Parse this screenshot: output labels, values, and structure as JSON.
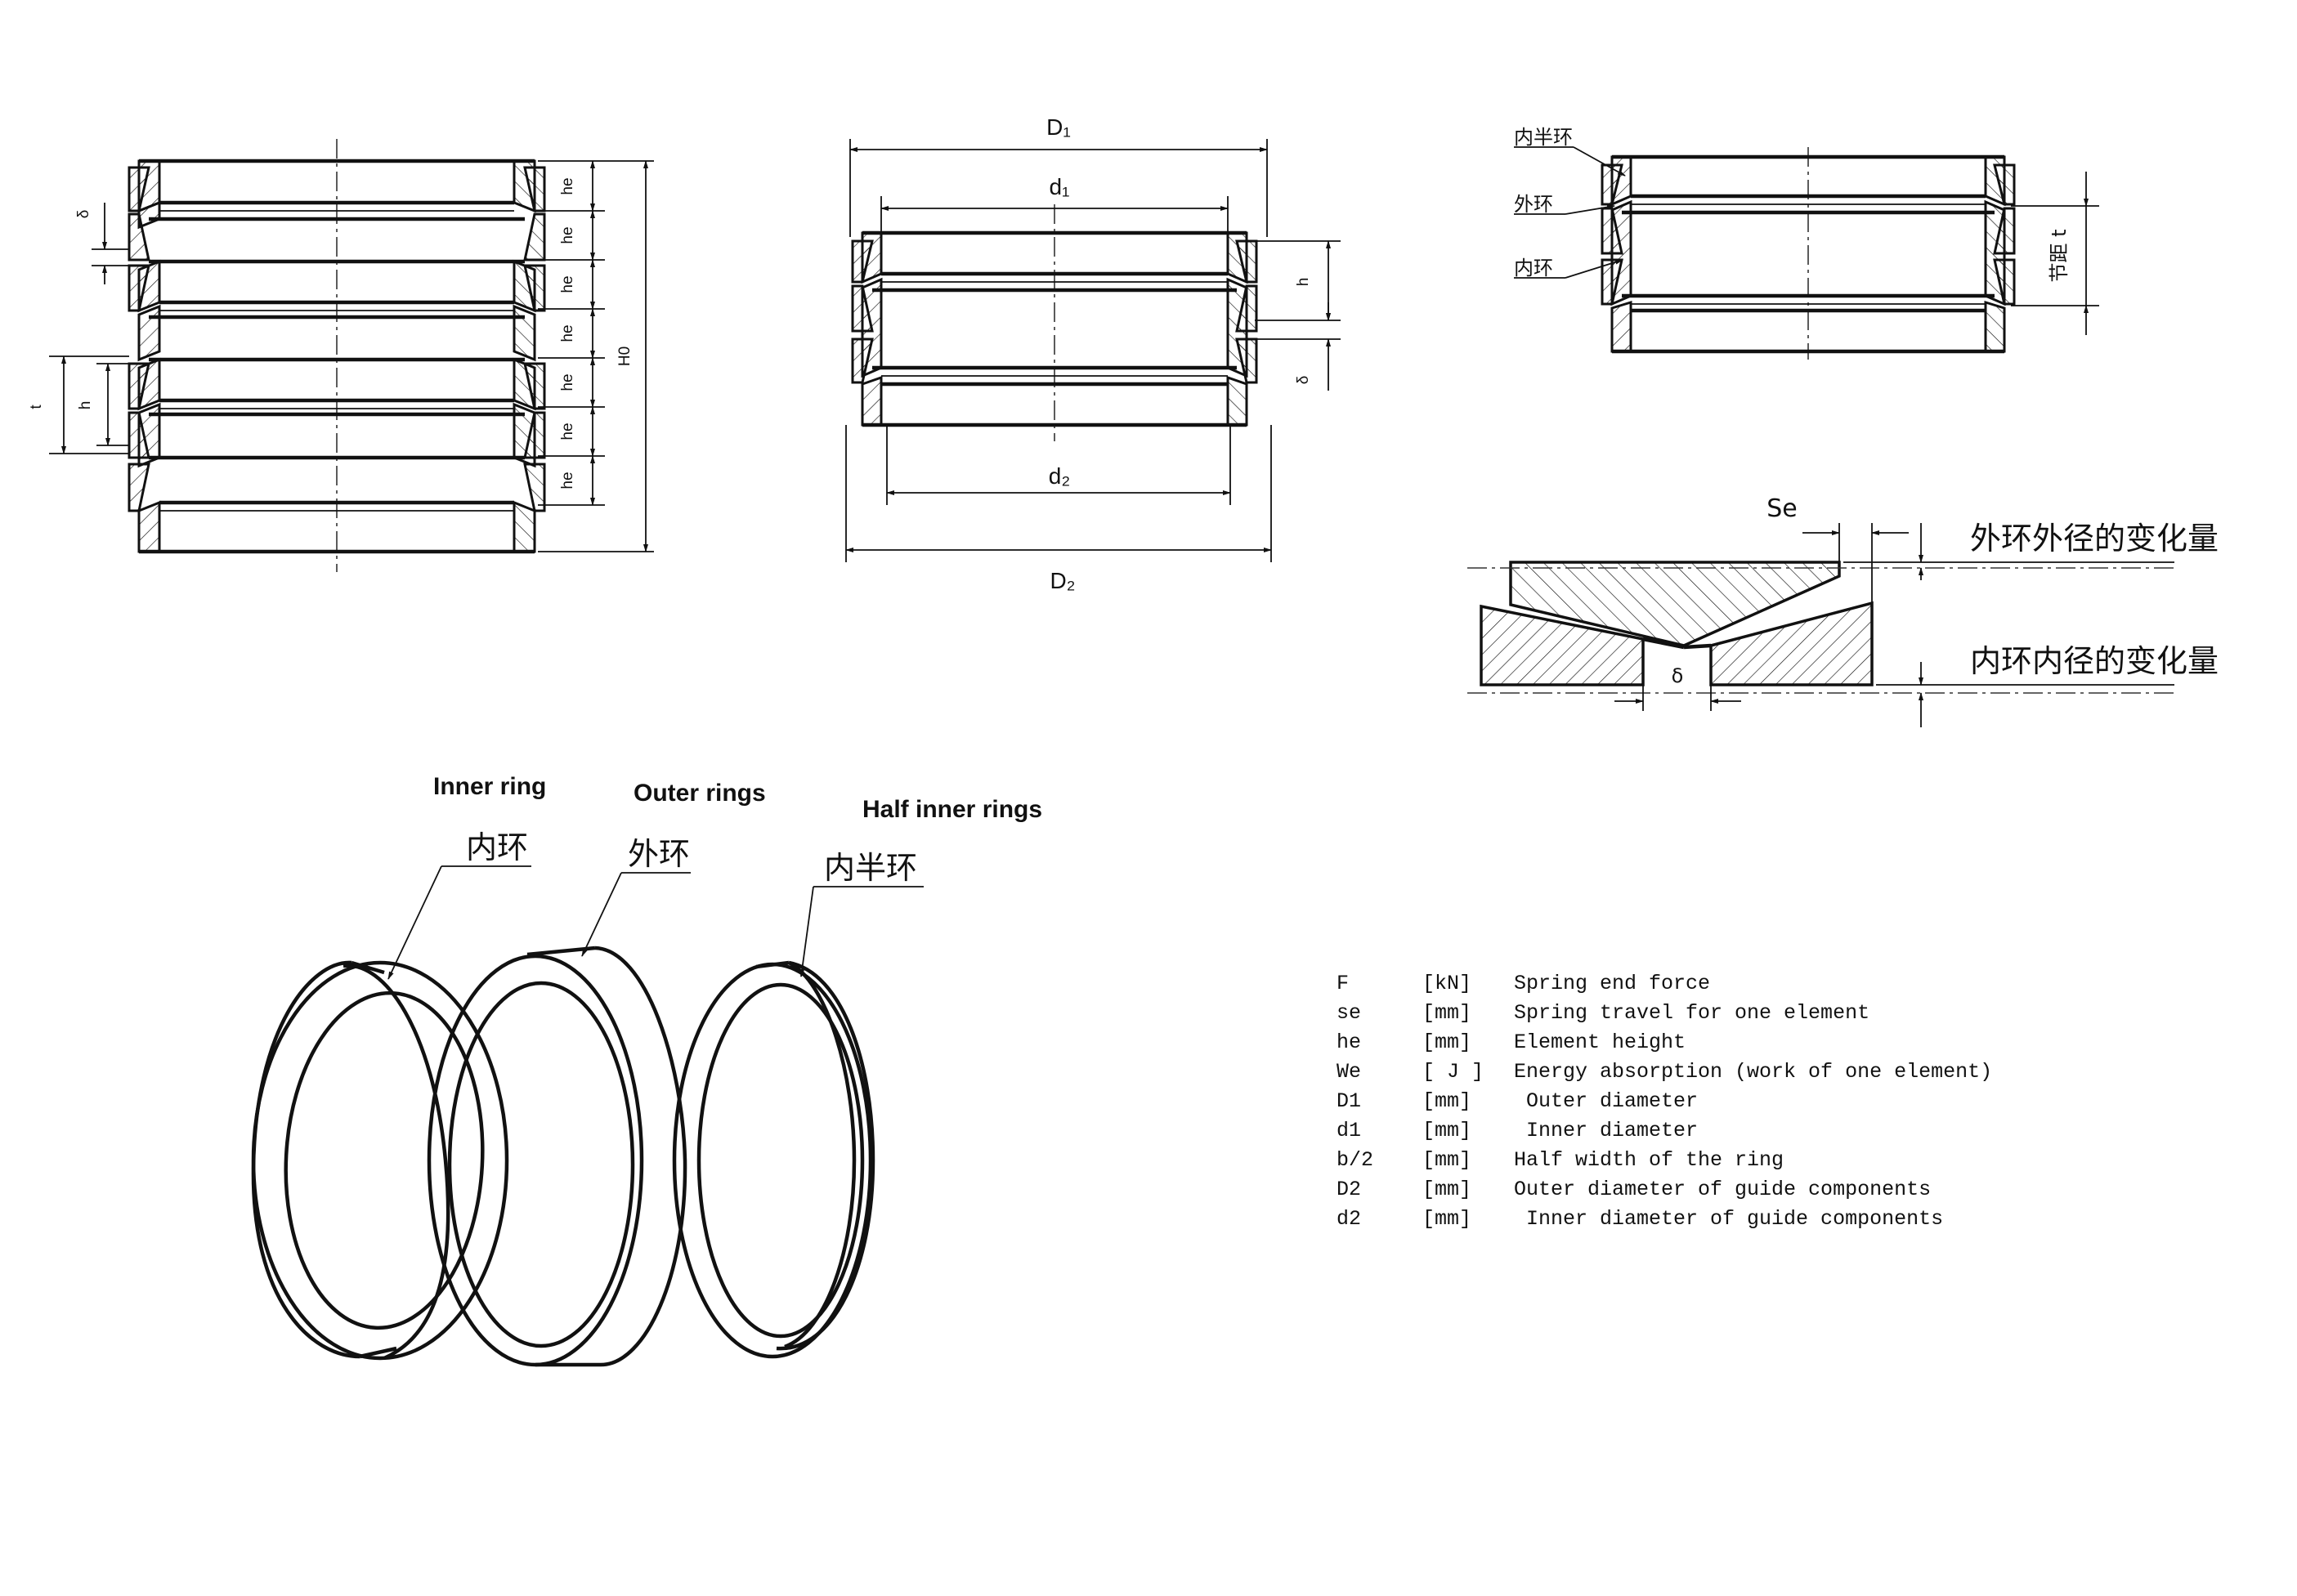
{
  "stack_view": {
    "label_delta": "δ",
    "label_t": "t",
    "label_h": "h",
    "label_he": "he",
    "label_h0": "H0"
  },
  "diameter_view": {
    "label_D1": "D₁",
    "label_d1": "d₁",
    "label_d2": "d₂",
    "label_D2": "D₂",
    "label_h": "h",
    "label_delta": "δ"
  },
  "pitch_view": {
    "label_half_inner": "内半环",
    "label_outer": "外环",
    "label_inner": "内环",
    "label_pitch": "节距 t"
  },
  "detail_view": {
    "label_se": "Se",
    "label_outer_change": "外环外径的变化量",
    "label_inner_change": "内环内径的变化量",
    "label_delta": "δ"
  },
  "rings_view": {
    "inner_en": "Inner ring",
    "inner_cn": "内环",
    "outer_en": "Outer rings",
    "outer_cn": "外环",
    "half_en": "Half inner rings",
    "half_cn": "内半环"
  },
  "legend": [
    {
      "symbol": "F",
      "unit": "[kN]",
      "desc": "Spring end force"
    },
    {
      "symbol": "se",
      "unit": "[mm]",
      "desc": "Spring travel for one element"
    },
    {
      "symbol": "he",
      "unit": "[mm]",
      "desc": "Element height"
    },
    {
      "symbol": "We",
      "unit": "[ J ]",
      "desc": "Energy absorption (work of one element)"
    },
    {
      "symbol": "D1",
      "unit": "[mm]",
      "desc": " Outer diameter"
    },
    {
      "symbol": "d1",
      "unit": "[mm]",
      "desc": " Inner diameter"
    },
    {
      "symbol": "b/2",
      "unit": "[mm]",
      "desc": "Half width of the ring"
    },
    {
      "symbol": "D2",
      "unit": "[mm]",
      "desc": "Outer diameter of guide components"
    },
    {
      "symbol": "d2",
      "unit": "[mm]",
      "desc": " Inner diameter of guide components"
    }
  ]
}
